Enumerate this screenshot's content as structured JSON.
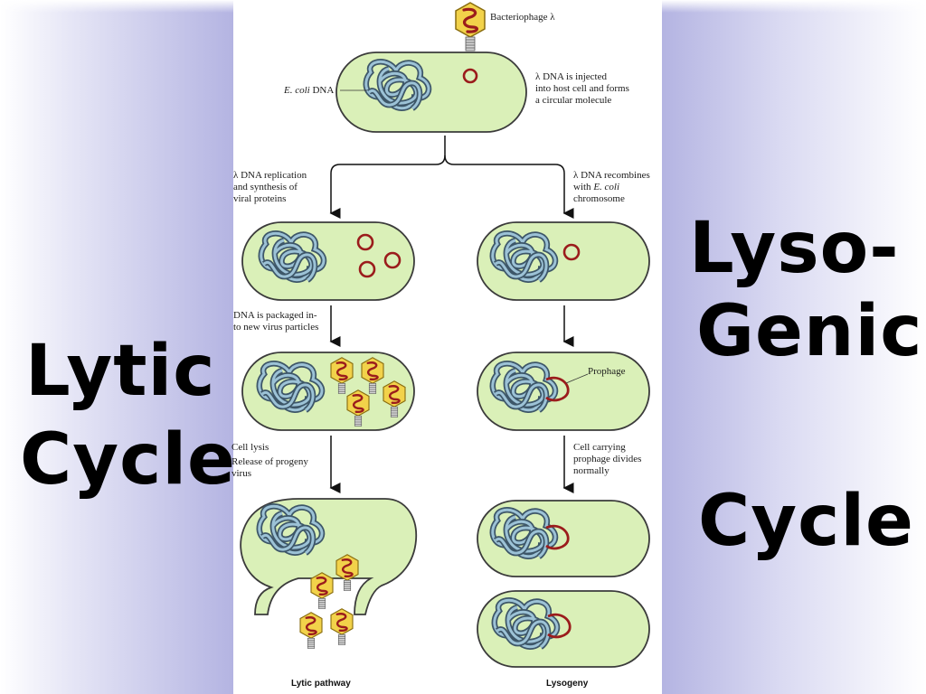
{
  "slide": {
    "left_title_line1": "Lytic",
    "left_title_line2": "Cycle",
    "right_title_line1": "Lyso-",
    "right_title_line2": "Genic",
    "right_title_line3": "Cycle"
  },
  "diagram": {
    "phage_label": "Bacteriophage λ",
    "ecoli_label_italic": "E. coli",
    "ecoli_label_rest": " DNA",
    "inject_lines": [
      "λ DNA is injected",
      "into host cell and forms",
      "a circular molecule"
    ],
    "lytic_step1_lines": [
      "λ DNA replication",
      "and synthesis of",
      "viral proteins"
    ],
    "lyso_step1_line1": "λ DNA recombines",
    "lyso_step1_line2_pre": "with ",
    "lyso_step1_line2_italic": "E. coli",
    "lyso_step1_line3": "chromosome",
    "lytic_step2_lines": [
      "DNA is packaged in-",
      "to new virus particles"
    ],
    "prophage_label": "Prophage",
    "lytic_step3_lines": [
      "Cell lysis",
      "Release of progeny",
      "virus"
    ],
    "lyso_step3_lines": [
      "Cell carrying",
      "prophage divides",
      "normally"
    ],
    "lytic_caption": "Lytic pathway",
    "lyso_caption": "Lysogeny"
  },
  "colors": {
    "cell_fill": "#daf0b8",
    "cell_stroke": "#3b3b3b",
    "host_dna": "#6b8aa3",
    "phage_dna": "#9b1c1c",
    "phage_head": "#f2d24a",
    "background_accent": "#b4b4e2"
  }
}
